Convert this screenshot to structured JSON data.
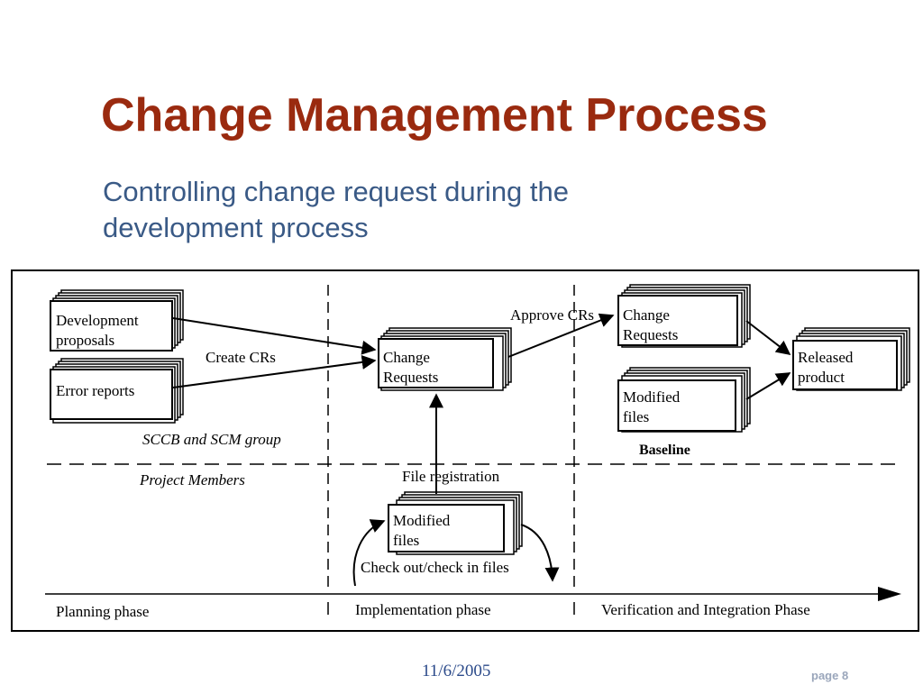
{
  "slide": {
    "title": "Change Management Process",
    "subtitle_lines": [
      "Controlling change request during the",
      "development process"
    ],
    "date": "11/6/2005",
    "page": "page 8"
  },
  "diagram": {
    "boxes": {
      "dev_proposals": [
        "Development",
        "proposals"
      ],
      "error_reports": [
        "Error reports"
      ],
      "change_requests_center": [
        "Change",
        "Requests"
      ],
      "change_requests_baseline": [
        "Change",
        "Requests"
      ],
      "modified_files_baseline": [
        "Modified",
        "files"
      ],
      "released_product": [
        "Released",
        "product"
      ],
      "modified_files_members": [
        "Modified",
        "files"
      ]
    },
    "labels": {
      "create_crs": "Create CRs",
      "approve_crs": "Approve CRs",
      "sccb_group": "SCCB and SCM group",
      "project_members": "Project Members",
      "baseline": "Baseline",
      "file_registration": "File registration",
      "checkout_checkin": "Check out/check in files"
    },
    "phases": [
      "Planning phase",
      "Implementation phase",
      "Verification and Integration Phase"
    ]
  }
}
